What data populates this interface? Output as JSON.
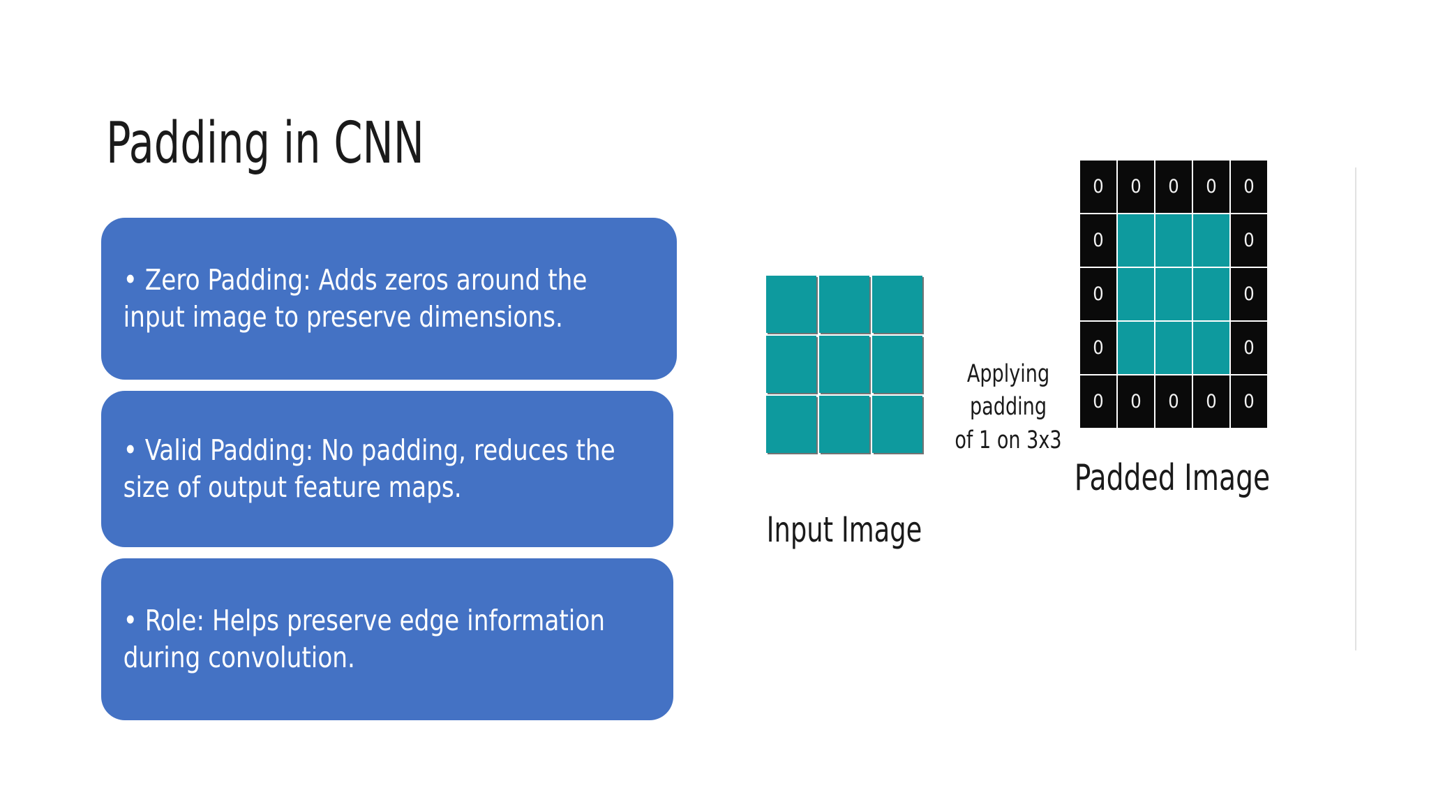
{
  "slide": {
    "title": "Padding in CNN",
    "background_color": "#FFFFFF"
  },
  "theme": {
    "bullet_box_color": "#4472C4",
    "bullet_text_color": "#FFFFFF",
    "teal_cell_color": "#0E9A9E",
    "zero_cell_color": "#0A0A0A",
    "zero_text_color": "#F2F2F2",
    "title_color": "#1A1A1A",
    "rule_color": "#E2E2E2"
  },
  "bullets": [
    {
      "id": "zero-padding",
      "text": "• Zero Padding: Adds zeros around the input image to preserve dimensions."
    },
    {
      "id": "valid-padding",
      "text": "• Valid Padding: No padding, reduces the size of output feature maps."
    },
    {
      "id": "role",
      "text": "• Role: Helps preserve edge information during convolution."
    }
  ],
  "diagram": {
    "input": {
      "label": "Input Image",
      "rows": 3,
      "cols": 3,
      "cells": [
        [
          "teal",
          "teal",
          "teal"
        ],
        [
          "teal",
          "teal",
          "teal"
        ],
        [
          "teal",
          "teal",
          "teal"
        ]
      ]
    },
    "annotation": {
      "line1": "Applying padding",
      "line2": "of 1 on 3x3"
    },
    "padded": {
      "label": "Padded Image",
      "rows": 5,
      "cols": 5,
      "zero_value": "0",
      "cells": [
        [
          "0",
          "0",
          "0",
          "0",
          "0"
        ],
        [
          "0",
          "teal",
          "teal",
          "teal",
          "0"
        ],
        [
          "0",
          "teal",
          "teal",
          "teal",
          "0"
        ],
        [
          "0",
          "teal",
          "teal",
          "teal",
          "0"
        ],
        [
          "0",
          "0",
          "0",
          "0",
          "0"
        ]
      ]
    }
  }
}
